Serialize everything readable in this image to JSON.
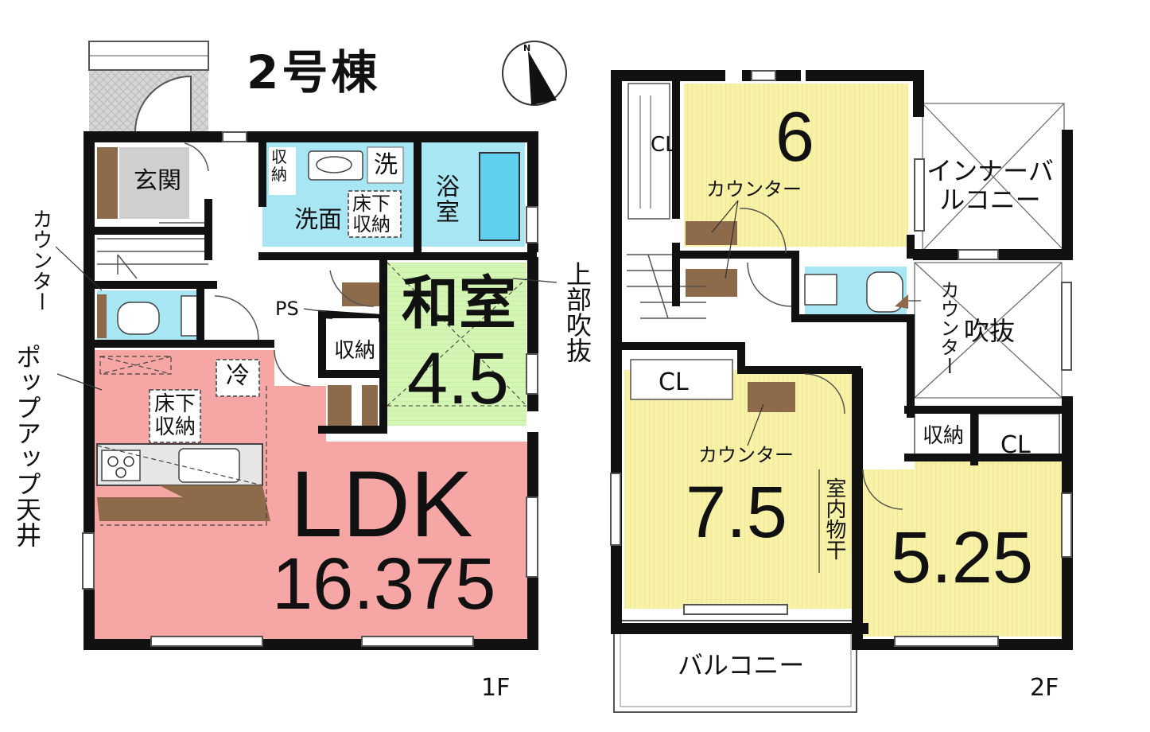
{
  "title": "2号棟",
  "floor1": {
    "label": "1F",
    "rooms": {
      "ldk": {
        "name": "LDK",
        "size": "16.375"
      },
      "washitsu": {
        "name": "和室",
        "size": "4.5"
      },
      "genkan": "玄関",
      "senmen": "洗面",
      "yokushitsu": "浴室",
      "sen": "洗",
      "shuno_wash": "収納",
      "shuno_washitsu": "収納",
      "yukashita_wash": "床下収納",
      "yukashita_ldk": "床下収納",
      "rei": "冷",
      "ps": "PS"
    },
    "annotations": {
      "counter_left": "カウンター",
      "popup": "ポップアップ天井",
      "joubu": "上部吹抜"
    }
  },
  "floor2": {
    "label": "2F",
    "rooms": {
      "r6": "6",
      "r75": "7.5",
      "r525": "5.25",
      "inner_balcony": "インナーバルコニー",
      "fukinuke": "吹抜",
      "balcony": "バルコニー",
      "cl_top": "CL",
      "cl_mid": "CL",
      "cl_right": "CL",
      "shuno": "収納",
      "shitsunai": "室内物干"
    },
    "annotations": {
      "counter_top": "カウンター",
      "counter_mid": "カウンター",
      "counter_right": "カウンター"
    }
  },
  "compass": {
    "north": "N"
  },
  "colors": {
    "wall": "#111111",
    "ldk": "#f7a6a6",
    "washitsu": "#d4f5b4",
    "bedroom": "#f7f2a8",
    "water": "#a8e6f4",
    "wood": "#8c6a4a",
    "tile": "#cfcfcf"
  }
}
